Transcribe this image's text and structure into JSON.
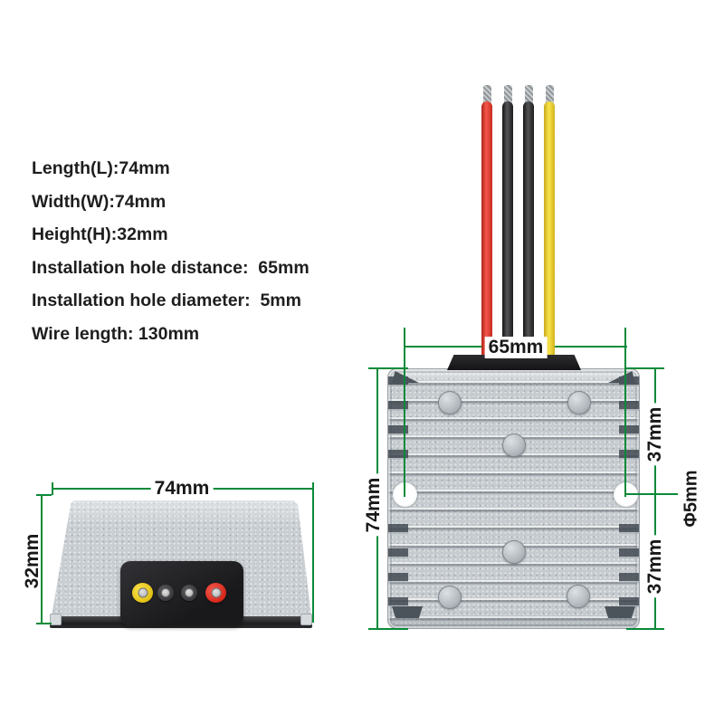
{
  "specs": {
    "lines": [
      "Length(L):74mm",
      "Width(W):74mm",
      "Height(H):32mm",
      "Installation hole distance:  65mm",
      "Installation hole diameter:  5mm",
      "Wire length: 130mm"
    ]
  },
  "top_view": {
    "labels": {
      "hole_distance": "65mm",
      "width": "74mm",
      "upper_half": "37mm",
      "lower_half": "37mm",
      "hole_diameter": "Φ5mm"
    },
    "wires": [
      "red",
      "black",
      "black",
      "yellow"
    ]
  },
  "front_view": {
    "labels": {
      "width": "74mm",
      "height": "32mm"
    },
    "grommets": [
      "yellow",
      "black",
      "black",
      "red"
    ]
  },
  "colors": {
    "dimension_green": "#0a8a3a",
    "wire_red": "#e23a2c",
    "wire_black": "#2a2a2c",
    "wire_yellow": "#f1d32b",
    "aluminum": "#c7ccd0",
    "panel_black": "#202023"
  }
}
